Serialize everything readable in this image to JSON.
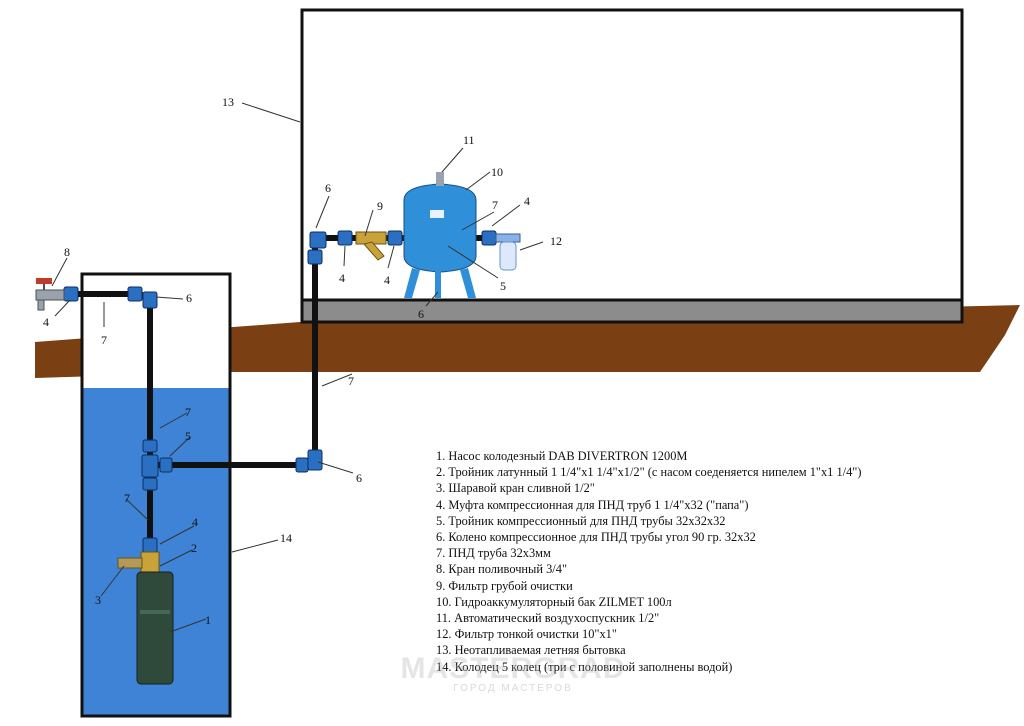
{
  "colors": {
    "ground": "#7a3f12",
    "water": "#3f83d6",
    "pipe": "#111111",
    "fitting": "#2b6fc2",
    "tank": "#2f8fd8",
    "foundation": "#8c8c8c"
  },
  "callouts": {
    "c1": "1",
    "c2": "2",
    "c3": "3",
    "c4a": "4",
    "c4b": "4",
    "c4c": "4",
    "c4d": "4",
    "c4e": "4",
    "c5a": "5",
    "c5b": "5",
    "c6a": "6",
    "c6b": "6",
    "c6c": "6",
    "c6d": "6",
    "c7a": "7",
    "c7b": "7",
    "c7c": "7",
    "c7d": "7",
    "c7e": "7",
    "c8": "8",
    "c9": "9",
    "c10": "10",
    "c11": "11",
    "c12": "12",
    "c13": "13",
    "c14": "14"
  },
  "legend": [
    "1. Насос колодезный DAB DIVERTRON 1200M",
    "2. Тройник латунный 1 1/4\"х1 1/4\"х1/2\" (с насом соеденяется нипелем 1\"х1 1/4\")",
    "3. Шаравой кран сливной 1/2\"",
    "4. Муфта компрессионная для ПНД труб 1 1/4\"х32 (\"папа\")",
    "5. Тройник компрессионный для ПНД трубы 32х32х32",
    "6. Колено компрессионное для ПНД трубы угол 90 гр. 32х32",
    "7. ПНД труба 32х3мм",
    "8. Кран поливочный 3/4\"",
    "9. Фильтр грубой очистки",
    "10. Гидроаккумуляторный бак ZILMET 100л",
    "11. Автоматический воздухоспускник 1/2\"",
    "12. Фильтр тонкой очистки 10\"х1\"",
    "13. Неотапливаемая летняя бытовка",
    "14. Колодец 5 колец (три с половиной заполнены водой)"
  ],
  "watermark": {
    "brand": "MASTERGRAD",
    "tagline": "ГОРОД МАСТЕРОВ"
  }
}
